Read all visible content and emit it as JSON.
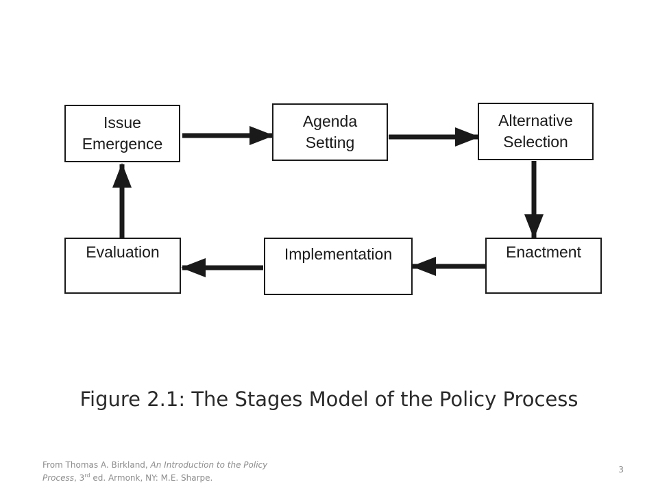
{
  "diagram": {
    "nodes": [
      {
        "id": "issue_emergence",
        "label": "Issue\nEmergence"
      },
      {
        "id": "agenda_setting",
        "label": "Agenda\nSetting"
      },
      {
        "id": "alternative_selection",
        "label": "Alternative\nSelection"
      },
      {
        "id": "enactment",
        "label": "Enactment"
      },
      {
        "id": "implementation",
        "label": "Implementation"
      },
      {
        "id": "evaluation",
        "label": "Evaluation"
      }
    ],
    "edges": [
      {
        "from": "issue_emergence",
        "to": "agenda_setting"
      },
      {
        "from": "agenda_setting",
        "to": "alternative_selection"
      },
      {
        "from": "alternative_selection",
        "to": "enactment"
      },
      {
        "from": "enactment",
        "to": "implementation"
      },
      {
        "from": "implementation",
        "to": "evaluation"
      },
      {
        "from": "evaluation",
        "to": "issue_emergence"
      }
    ]
  },
  "caption": "Figure 2.1: The Stages Model of the Policy Process",
  "credit": {
    "prefix": "From Thomas A. Birkland, ",
    "title": "An Introduction to the Policy Process",
    "edition_num": ", 3",
    "edition_sup": "rd",
    "suffix": " ed. Armonk, NY: M.E. Sharpe."
  },
  "page_number": "3",
  "colors": {
    "stroke": "#1a1a1a",
    "caption": "#2a2a2a",
    "footer": "#8c8c8c"
  }
}
